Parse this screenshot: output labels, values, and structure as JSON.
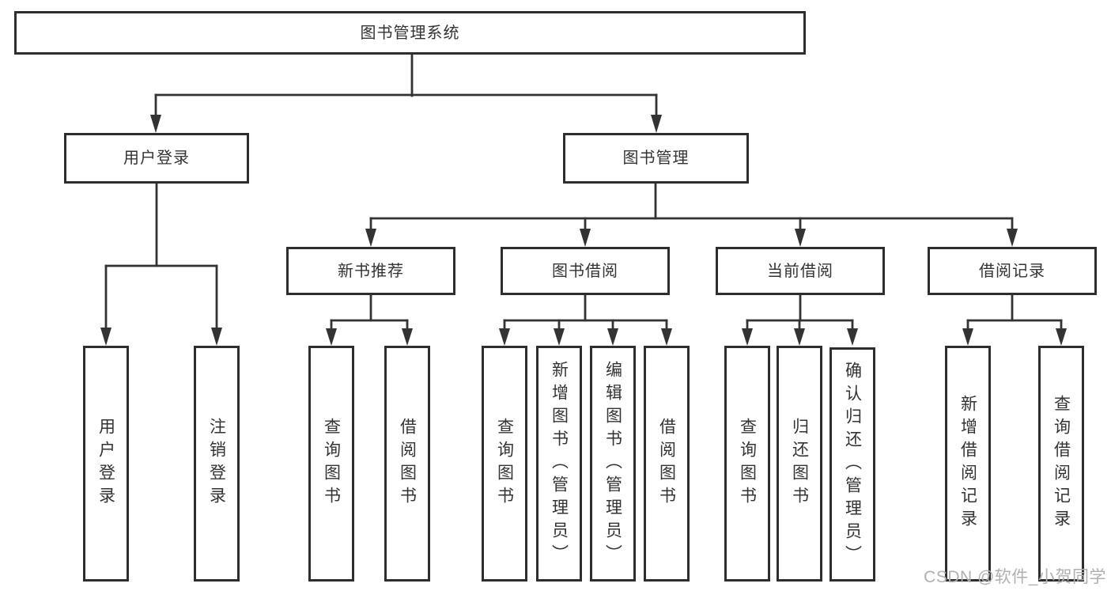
{
  "diagram": {
    "root": {
      "label": "图书管理系统"
    },
    "level1": [
      {
        "label": "用户登录"
      },
      {
        "label": "图书管理"
      }
    ],
    "level2": [
      {
        "label": "新书推荐"
      },
      {
        "label": "图书借阅"
      },
      {
        "label": "当前借阅"
      },
      {
        "label": "借阅记录"
      }
    ],
    "leaves": {
      "user_login": [
        "用户登录",
        "注销登录"
      ],
      "new_book_recommend": [
        "查询图书",
        "借阅图书"
      ],
      "book_borrow": [
        "查询图书",
        "新增图书（管理员）",
        "编辑图书（管理员）",
        "借阅图书"
      ],
      "current_borrow": [
        "查询图书",
        "归还图书",
        "确认归还（管理员）"
      ],
      "borrow_record": [
        "新增借阅记录",
        "查询借阅记录"
      ]
    }
  },
  "watermark": {
    "text": "CSDN @软件_小贺同学"
  },
  "colors": {
    "line": "#333333",
    "box_border": "#2e2e2e",
    "box_fill": "#ffffff",
    "text": "#333333",
    "watermark": "#b0b0b0",
    "background": "#ffffff"
  }
}
